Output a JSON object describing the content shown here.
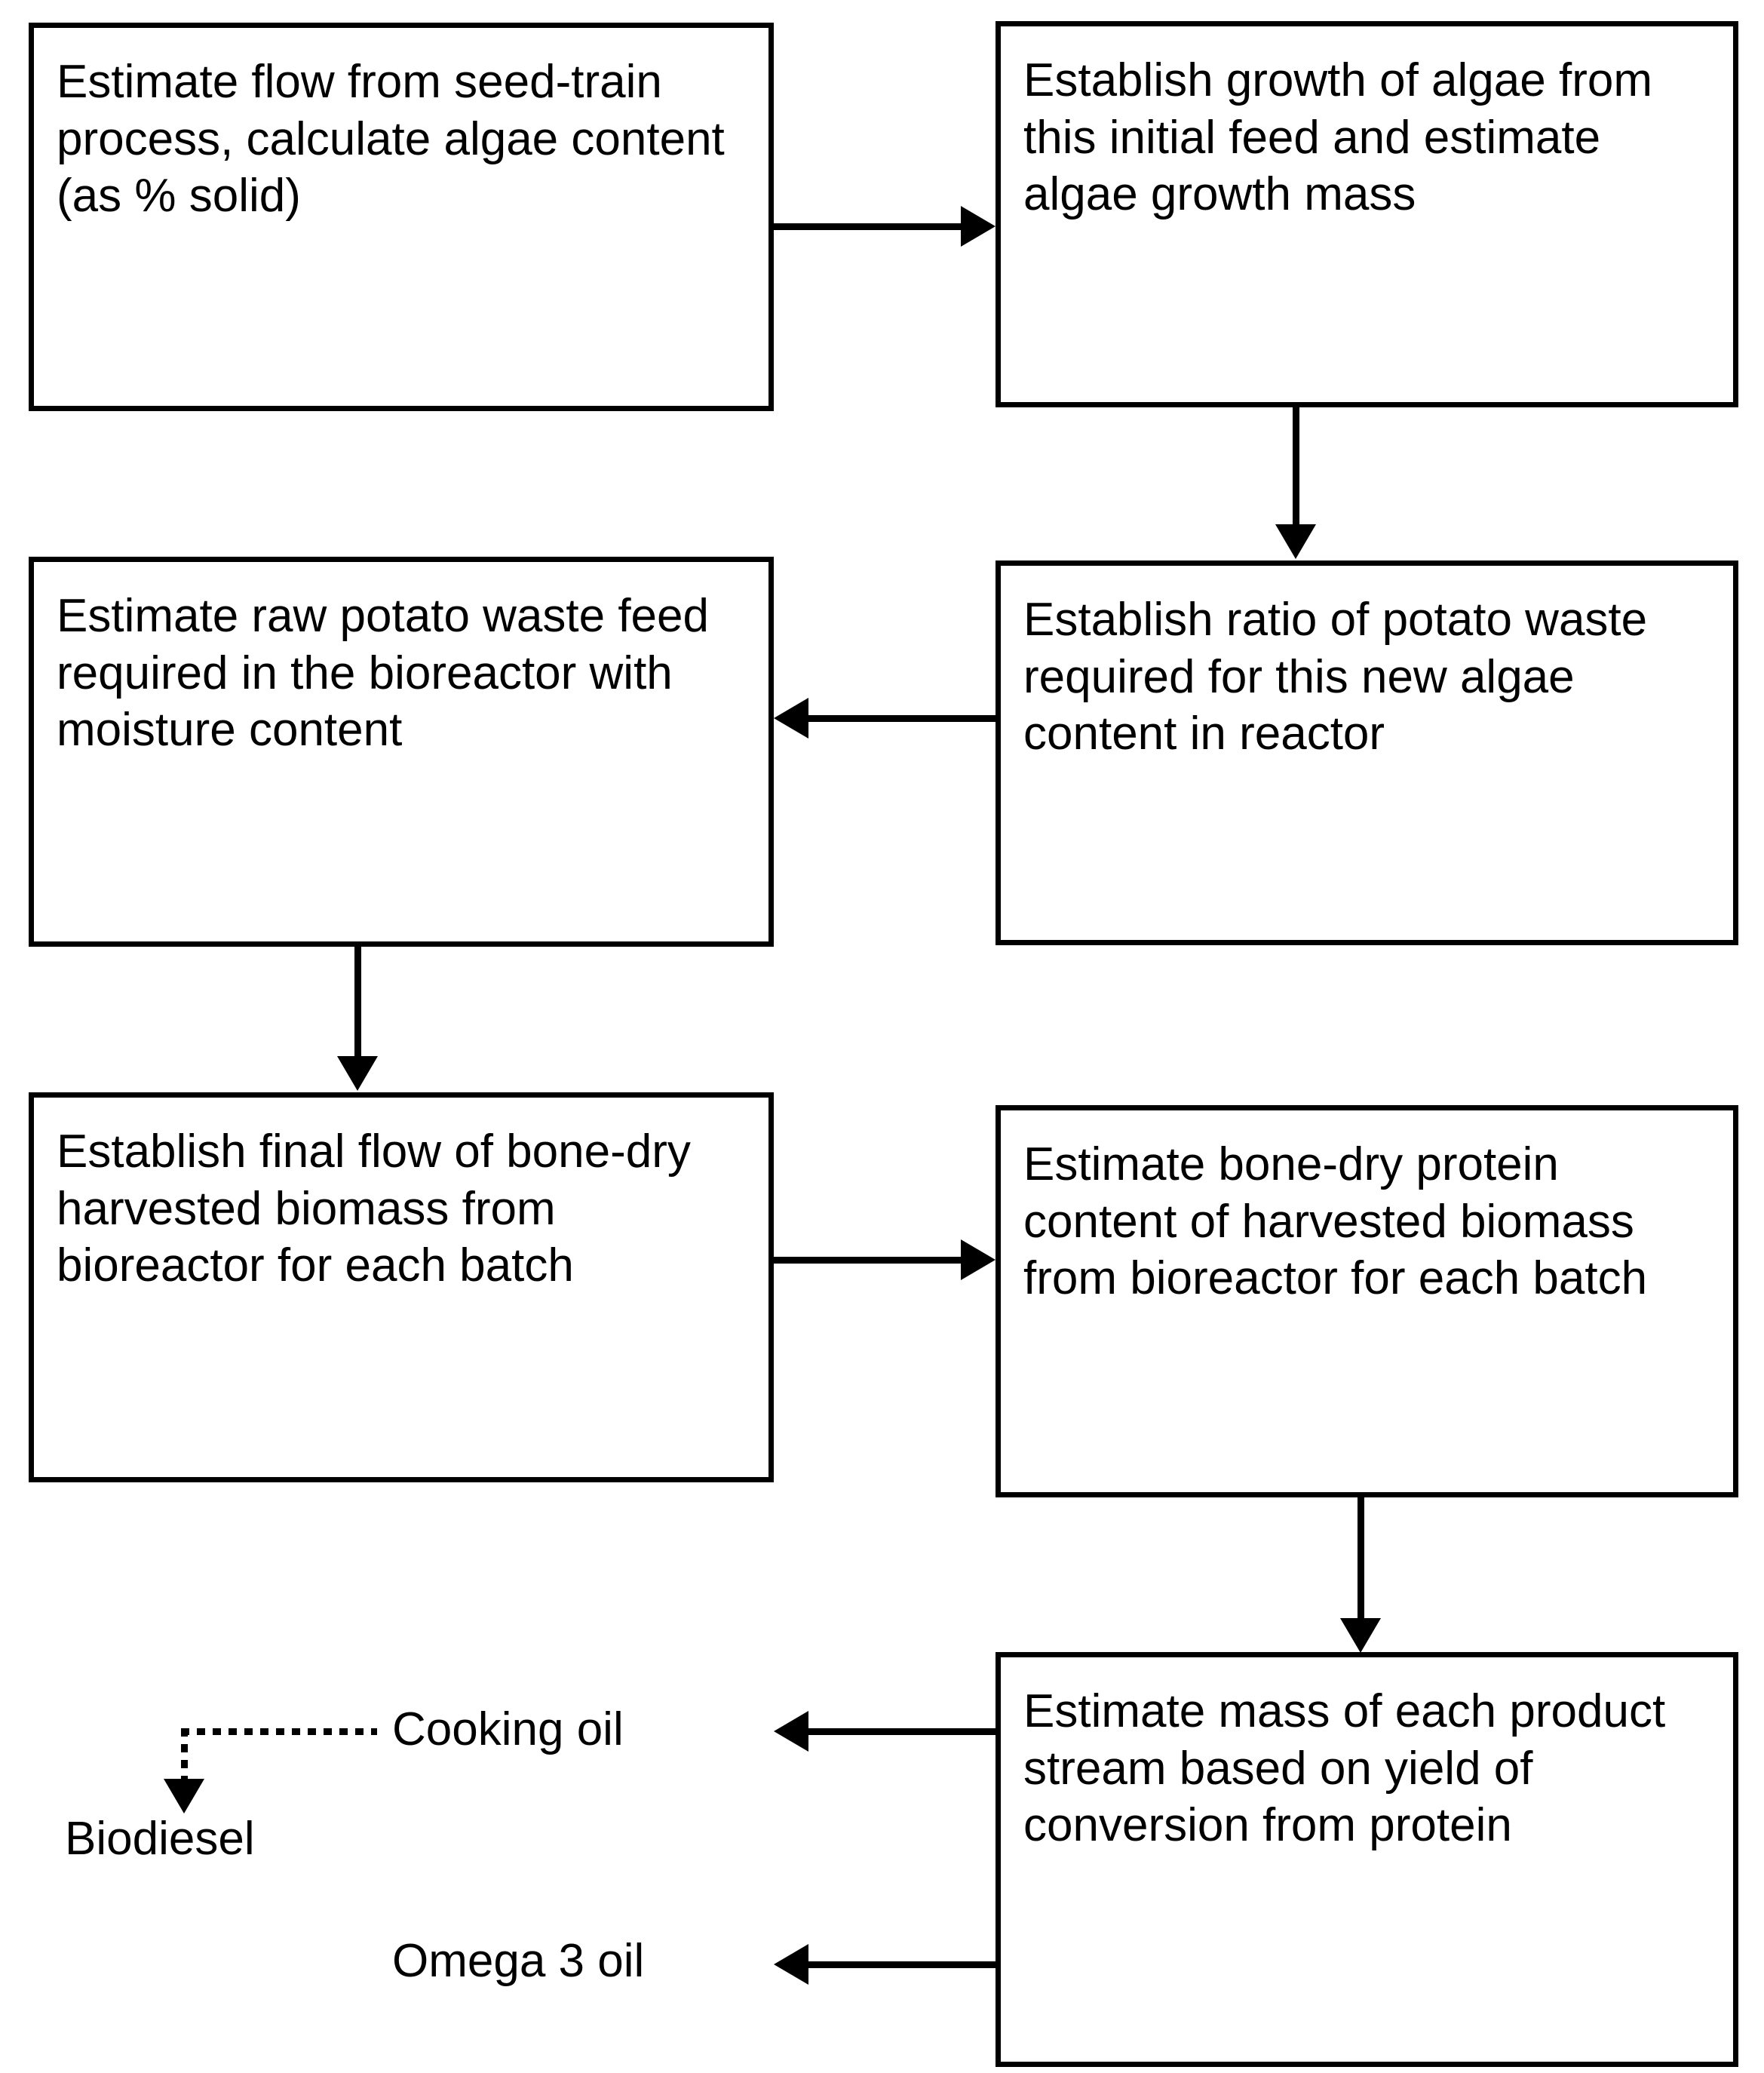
{
  "diagram": {
    "type": "flowchart",
    "title": "Algae / potato waste bioprocess mass-balance flowchart",
    "nodes": [
      {
        "id": "estimate-seed-train-flow",
        "text": "Estimate flow from seed-train process, calculate algae content (as % solid)"
      },
      {
        "id": "establish-algae-growth",
        "text": "Establish growth of algae from this initial feed and estimate algae growth mass"
      },
      {
        "id": "estimate-raw-potato-waste-feed",
        "text": "Estimate raw potato waste feed required in the bioreactor with moisture content"
      },
      {
        "id": "establish-potato-waste-ratio",
        "text": "Establish ratio of potato waste required for this new algae content in reactor"
      },
      {
        "id": "establish-final-biomass-flow",
        "text": "Establish final flow of bone-dry harvested biomass from bioreactor for each batch"
      },
      {
        "id": "estimate-protein-content",
        "text": "Estimate bone-dry protein content of harvested biomass from bioreactor for each batch"
      },
      {
        "id": "estimate-product-stream-mass",
        "text": "Estimate mass of each product stream based on yield of conversion from protein"
      }
    ],
    "labels": [
      {
        "id": "cooking-oil",
        "text": "Cooking oil"
      },
      {
        "id": "biodiesel",
        "text": "Biodiesel"
      },
      {
        "id": "omega-3-oil",
        "text": "Omega 3 oil"
      }
    ],
    "edges": [
      {
        "from": "estimate-seed-train-flow",
        "to": "establish-algae-growth",
        "style": "solid",
        "direction": "right"
      },
      {
        "from": "establish-algae-growth",
        "to": "establish-potato-waste-ratio",
        "style": "solid",
        "direction": "down"
      },
      {
        "from": "establish-potato-waste-ratio",
        "to": "estimate-raw-potato-waste-feed",
        "style": "solid",
        "direction": "left"
      },
      {
        "from": "estimate-raw-potato-waste-feed",
        "to": "establish-final-biomass-flow",
        "style": "solid",
        "direction": "down"
      },
      {
        "from": "establish-final-biomass-flow",
        "to": "estimate-protein-content",
        "style": "solid",
        "direction": "right"
      },
      {
        "from": "estimate-protein-content",
        "to": "estimate-product-stream-mass",
        "style": "solid",
        "direction": "down"
      },
      {
        "from": "estimate-product-stream-mass",
        "to": "cooking-oil",
        "style": "solid",
        "direction": "left"
      },
      {
        "from": "estimate-product-stream-mass",
        "to": "omega-3-oil",
        "style": "solid",
        "direction": "left"
      },
      {
        "from": "cooking-oil",
        "to": "biodiesel",
        "style": "dotted",
        "direction": "down"
      }
    ],
    "colors": {
      "stroke": "#000000",
      "fill": "#ffffff",
      "text": "#000000"
    }
  }
}
